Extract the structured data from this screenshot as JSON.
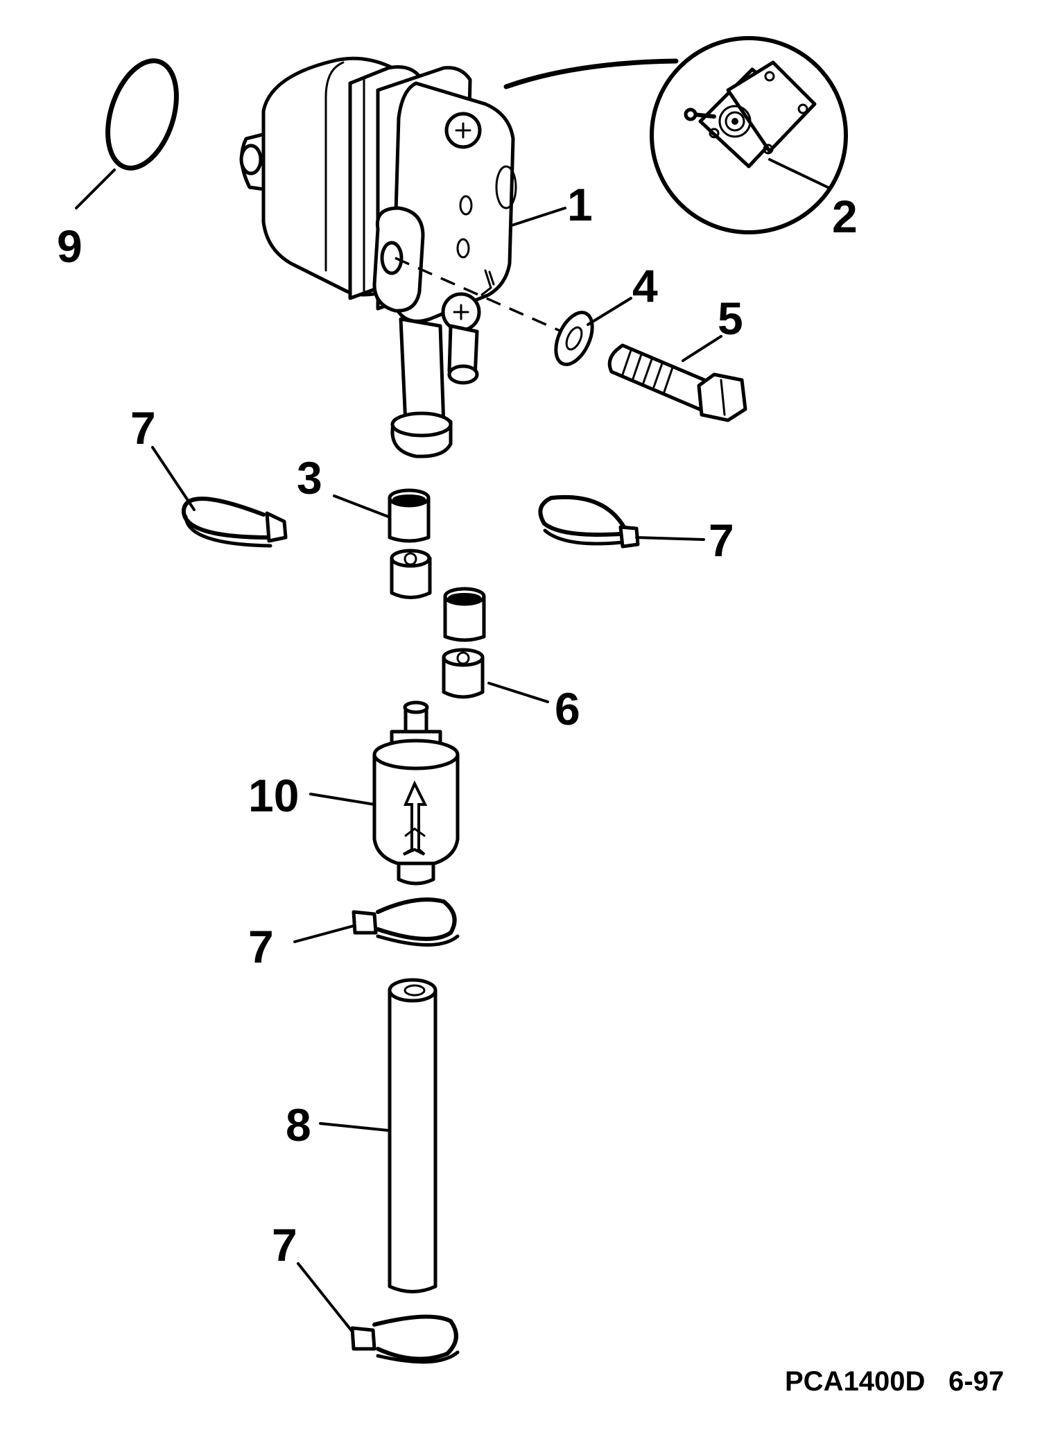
{
  "callouts": {
    "fuel_pump": "1",
    "pump_diaphragm_kit": "2",
    "hose_connector_upper": "3",
    "lock_washer": "4",
    "pump_bolt": "5",
    "hose_connector_lower": "6",
    "clamp_upper_left": "7",
    "clamp_upper_right": "7",
    "clamp_filter_lower": "7",
    "clamp_hose_bottom": "7",
    "fuel_hose": "8",
    "o_ring": "9",
    "fuel_filter": "10"
  },
  "footer": {
    "drawing_code": "PCA1400D",
    "revision_date": "6-97"
  }
}
